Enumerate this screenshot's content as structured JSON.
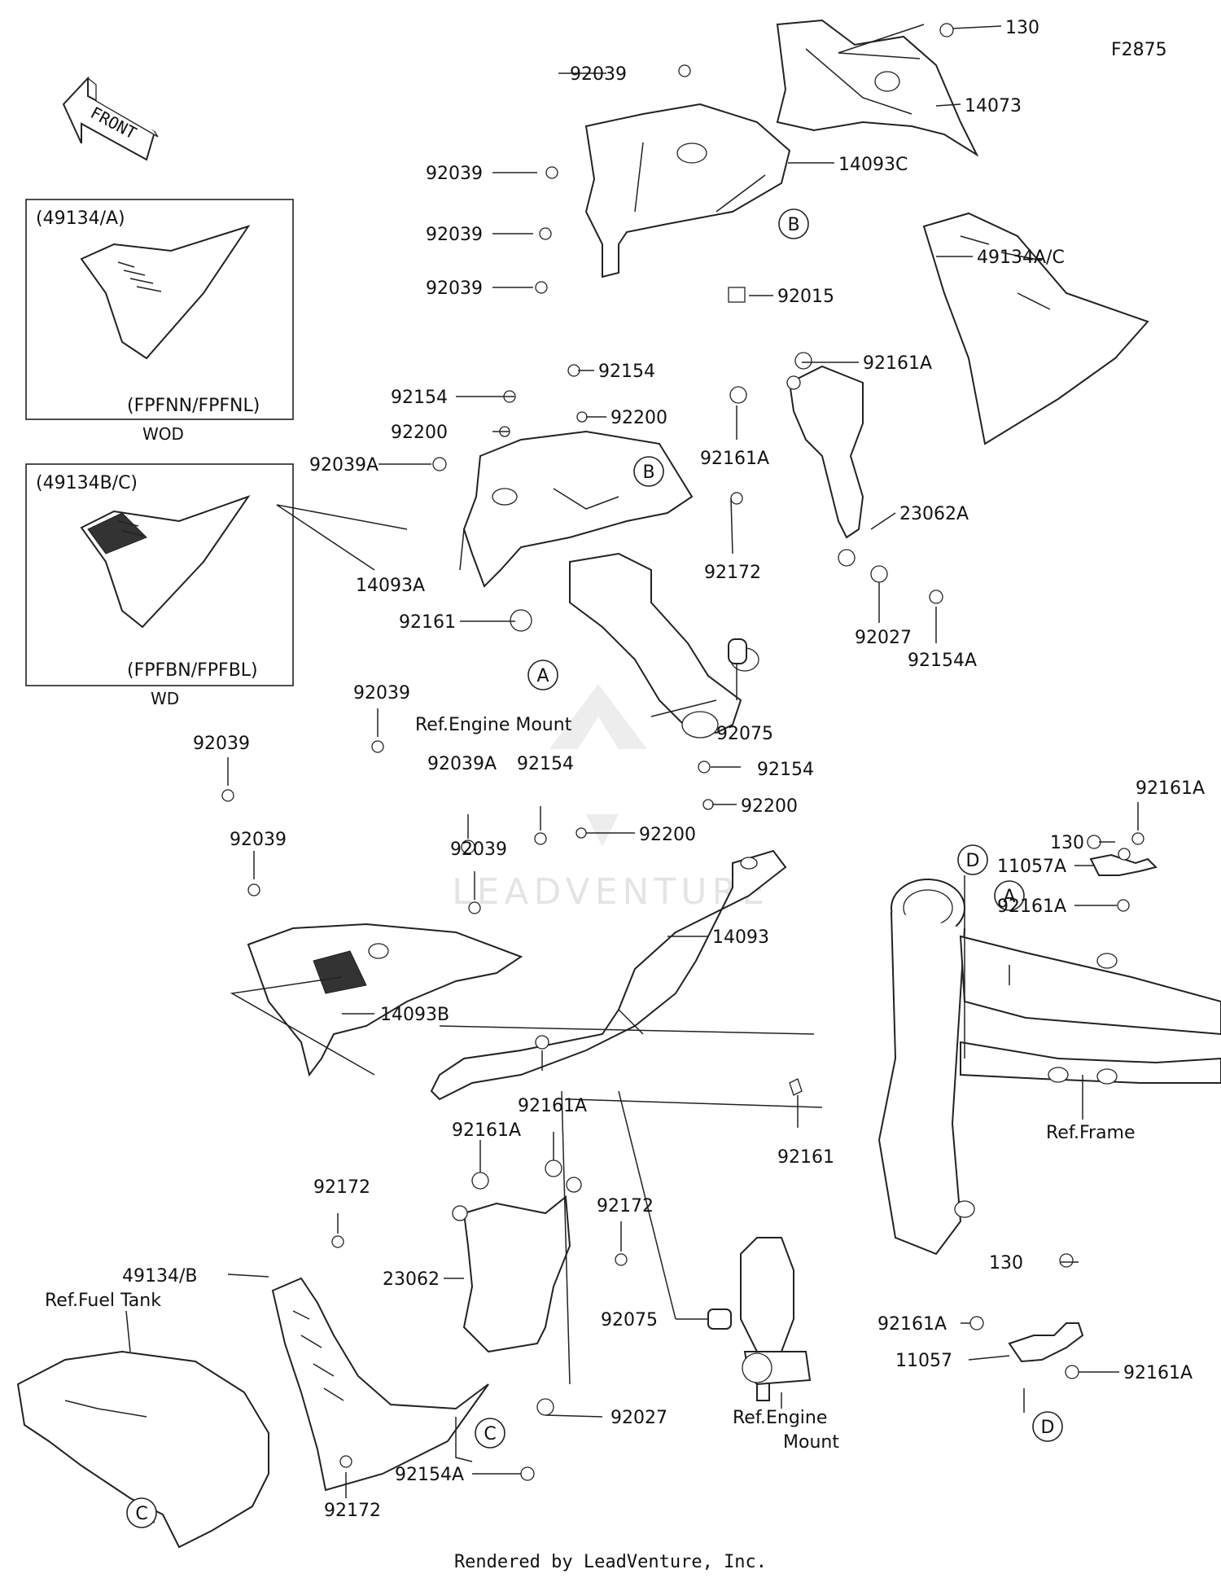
{
  "code": "F2875",
  "front_label": "FRONT",
  "watermark": "LEADVENTURE",
  "footer": "Rendered by LeadVenture, Inc.",
  "insets": [
    {
      "model": "(49134/A)",
      "variant": "(FPFNN/FPFNL)",
      "caption": "WOD"
    },
    {
      "model": "(49134B/C)",
      "variant": "(FPFBN/FPFBL)",
      "caption": "WD"
    }
  ],
  "refs": {
    "b1": "B",
    "b2": "B",
    "a1": "A",
    "a2": "A",
    "c1": "C",
    "c2": "C",
    "d1": "D",
    "d2": "D"
  },
  "labels": {
    "p130a": "130",
    "p14073": "14073",
    "p14093c": "14093C",
    "p92039t": "92039",
    "p92039b": "92039",
    "p92039c": "92039",
    "p92039d": "92039",
    "p92015": "92015",
    "p49134ac": "49134A/C",
    "p92154a": "92154",
    "p92154b": "92154",
    "p92200a": "92200",
    "p92200b": "92200",
    "p92039aa": "92039A",
    "p92161aa": "92161A",
    "p92161ab": "92161A",
    "p14093a": "14093A",
    "p92172a": "92172",
    "p23062a": "23062A",
    "p92161a": "92161",
    "p92027a": "92027",
    "p92154aa": "92154A",
    "p92075a": "92075",
    "p_eng1": "Ref.Engine Mount",
    "p92039e": "92039",
    "p92039f": "92039",
    "p92039g": "92039",
    "p92039ab": "92039A",
    "p92154c": "92154",
    "p92154d": "92154",
    "p92200c": "92200",
    "p92200d": "92200",
    "p92039h": "92039",
    "p14093": "14093",
    "p14093b": "14093B",
    "p92161ac": "92161A",
    "p92161ad": "92161A",
    "p92161b": "92161",
    "p_frame": "Ref.Frame",
    "p92161ae": "92161A",
    "p130b": "130",
    "p11057a": "11057A",
    "p92161af": "92161A",
    "p92172b": "92172",
    "p92172c": "92172",
    "p49134b": "49134/B",
    "p_fuel": "Ref.Fuel Tank",
    "p23062": "23062",
    "p92075b": "92075",
    "p130c": "130",
    "p92161ag": "92161A",
    "p11057": "11057",
    "p92161ah": "92161A",
    "p92027b": "92027",
    "p_eng2a": "Ref.Engine",
    "p_eng2b": "Mount",
    "p92154ab": "92154A",
    "p92172d": "92172"
  }
}
